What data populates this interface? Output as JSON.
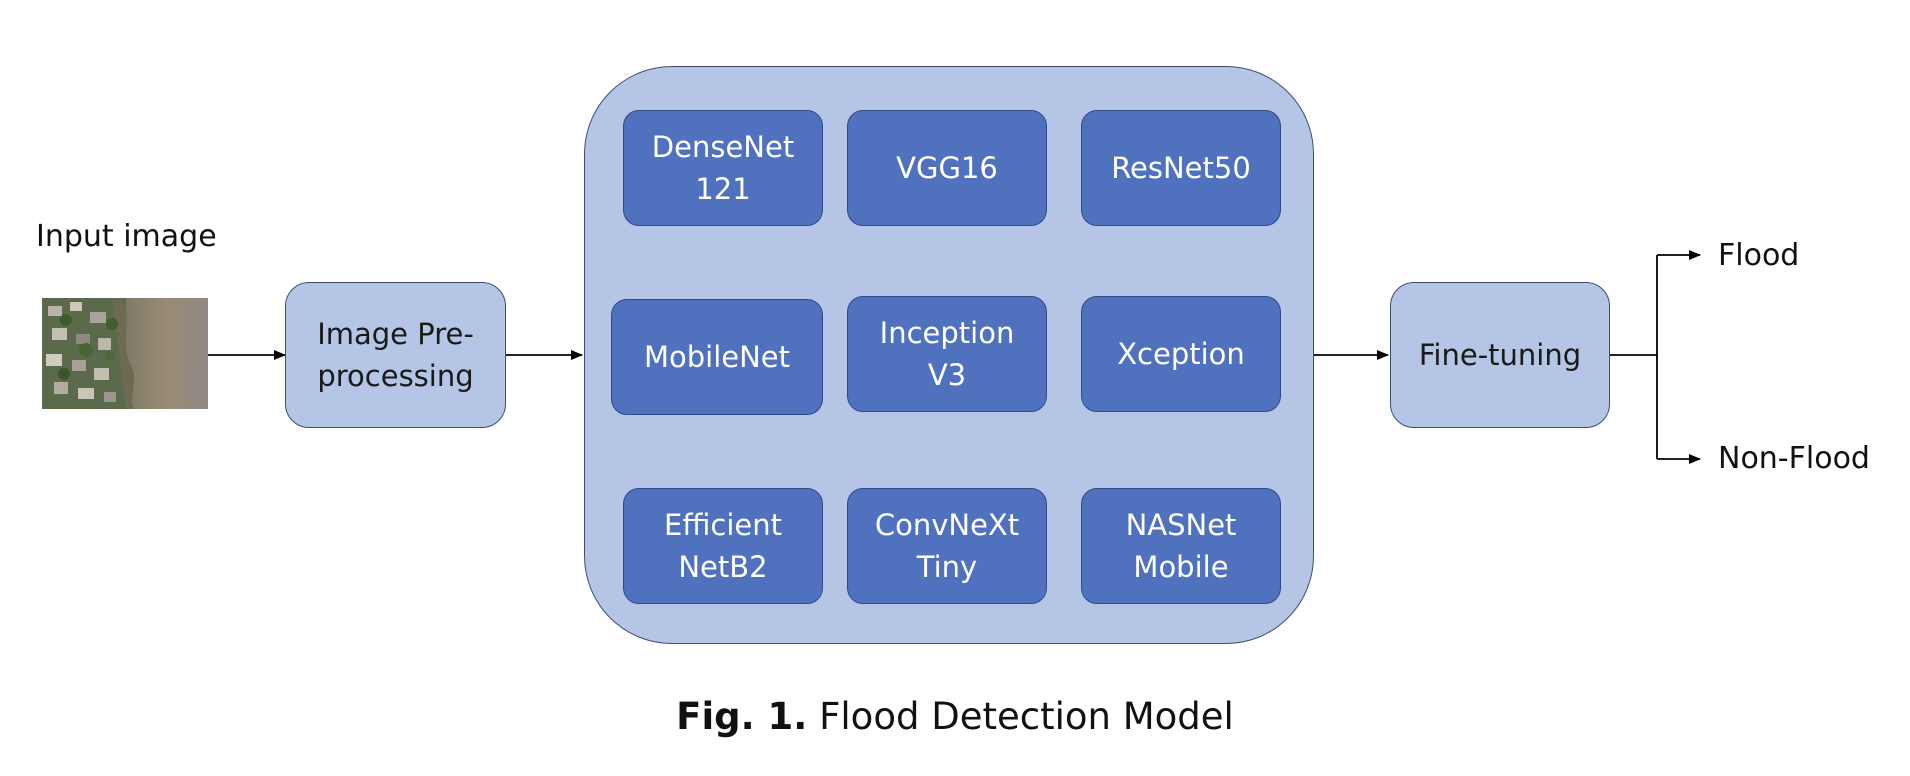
{
  "input_label": "Input image",
  "preprocess_label": "Image Pre-\nprocessing",
  "models": [
    "DenseNet\n121",
    "VGG16",
    "ResNet50",
    "MobileNet",
    "Inception\nV3",
    "Xception",
    "Efficient\nNetB2",
    "ConvNeXt\nTiny",
    "NASNet\nMobile"
  ],
  "finetune_label": "Fine-tuning",
  "outputs": [
    "Flood",
    "Non-Flood"
  ],
  "caption": {
    "prefix": "Fig. 1.",
    "text": " Flood Detection Model"
  },
  "colors": {
    "light_box": "#b4c5e5",
    "model_box": "#4f71be",
    "border": "#3c4f72",
    "arrow": "#000000"
  }
}
